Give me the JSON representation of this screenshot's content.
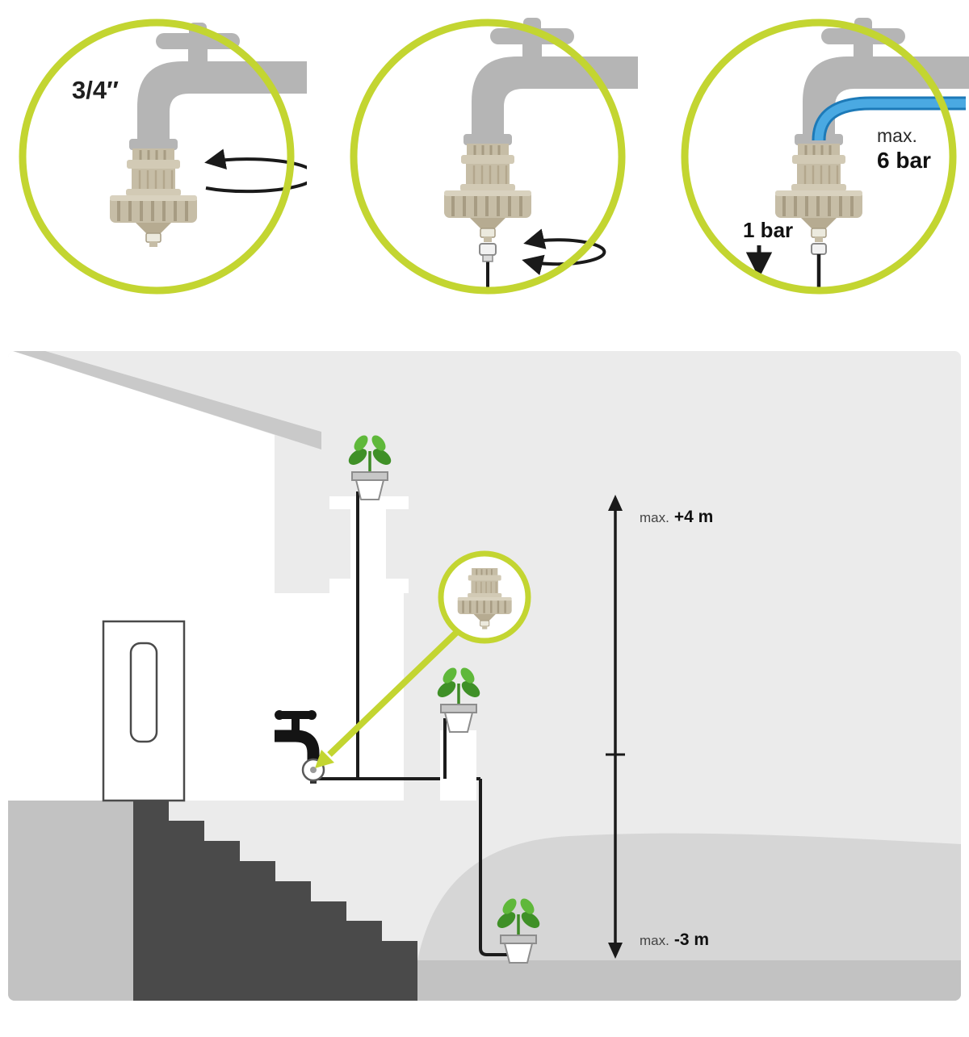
{
  "steps": [
    {
      "label": "3/4″"
    },
    {},
    {
      "max_label": "max.",
      "inlet_pressure": "6 bar",
      "outlet_pressure": "1 bar"
    }
  ],
  "scene": {
    "upper_limit": {
      "prefix": "max.",
      "value": "+4 m"
    },
    "lower_limit": {
      "prefix": "max.",
      "value": "-3 m"
    }
  },
  "colors": {
    "accent": "#c3d531",
    "hose_blue": "#4aa9e2",
    "hose_blue_dark": "#1d7ab8",
    "device_tan": "#c6bda6",
    "plant_green": "#3f9027",
    "faucet_gray": "#b5b5b5",
    "line_black": "#1c1c1c"
  }
}
